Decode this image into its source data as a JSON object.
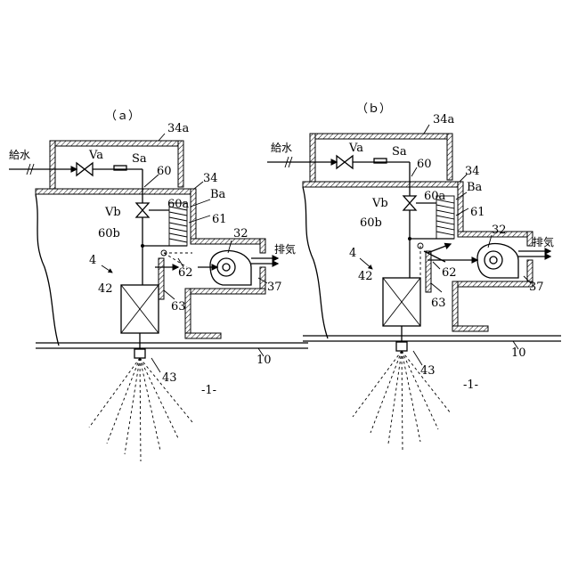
{
  "panels": [
    {
      "title": "（ａ）",
      "labels": {
        "box": "34a",
        "water_in": "給水",
        "valve_a": "Va",
        "sensor": "Sa",
        "pipe": "60",
        "housing": "34",
        "valve_b": "Vb",
        "pipe_a": "60a",
        "bend": "Ba",
        "pipe_b": "60b",
        "coil": "61",
        "fan": "32",
        "exhaust": "排気",
        "unit": "4",
        "damper": "62",
        "box42": "42",
        "duct": "37",
        "plate": "63",
        "floor": "10",
        "nozzle": "43",
        "page": "-1-"
      }
    },
    {
      "title": "（ｂ）",
      "labels": {
        "box": "34a",
        "water_in": "給水",
        "valve_a": "Va",
        "sensor": "Sa",
        "pipe": "60",
        "housing": "34",
        "valve_b": "Vb",
        "pipe_a": "60a",
        "bend": "Ba",
        "pipe_b": "60b",
        "coil": "61",
        "fan": "32",
        "exhaust": "排気",
        "unit": "4",
        "damper": "62",
        "box42": "42",
        "duct": "37",
        "plate": "63",
        "floor": "10",
        "nozzle": "43",
        "page": "-1-"
      }
    }
  ]
}
